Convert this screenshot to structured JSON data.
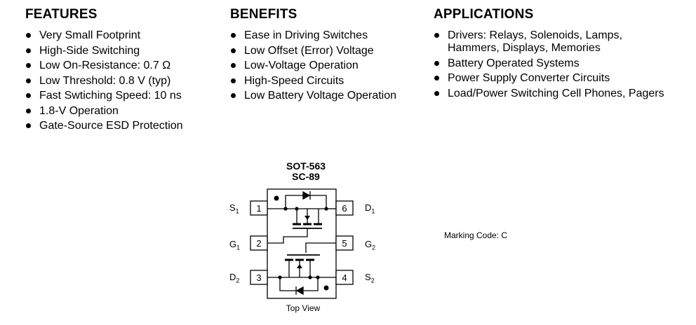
{
  "features": {
    "title": "FEATURES",
    "items": [
      "Very Small Footprint",
      "High-Side Switching",
      "Low On-Resistance:  0.7 Ω",
      "Low Threshold:  0.8 V (typ)",
      "Fast Swtiching Speed:  10 ns",
      "1.8-V Operation",
      "Gate-Source ESD Protection"
    ]
  },
  "benefits": {
    "title": "BENEFITS",
    "items": [
      "Ease in Driving Switches",
      "Low Offset (Error) Voltage",
      "Low-Voltage Operation",
      "High-Speed Circuits",
      "Low Battery Voltage Operation"
    ]
  },
  "applications": {
    "title": "APPLICATIONS",
    "items": [
      {
        "line1": "Drivers:  Relays, Solenoids, Lamps,",
        "line2": "Hammers, Displays, Memories"
      },
      {
        "line1": "Battery Operated Systems",
        "line2": ""
      },
      {
        "line1": "Power Supply Converter Circuits",
        "line2": ""
      },
      {
        "line1": "Load/Power Switching Cell Phones, Pagers",
        "line2": ""
      }
    ]
  },
  "package": {
    "name1": "SOT-563",
    "name2": "SC-89",
    "view_label": "Top View",
    "marking_code": "Marking Code:  C",
    "pins": {
      "p1": {
        "num": "1",
        "name": "S",
        "sub": "1"
      },
      "p2": {
        "num": "2",
        "name": "G",
        "sub": "1"
      },
      "p3": {
        "num": "3",
        "name": "D",
        "sub": "2"
      },
      "p4": {
        "num": "4",
        "name": "S",
        "sub": "2"
      },
      "p5": {
        "num": "5",
        "name": "G",
        "sub": "2"
      },
      "p6": {
        "num": "6",
        "name": "D",
        "sub": "1"
      }
    }
  }
}
